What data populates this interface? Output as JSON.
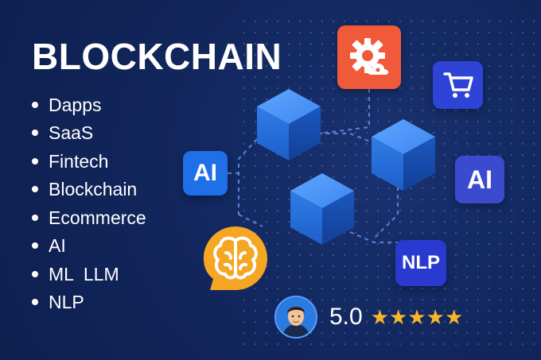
{
  "title": "BLOCKCHAIN",
  "items": [
    "Dapps",
    "SaaS",
    "Fintech",
    "Blockchain",
    "Ecommerce",
    "AI",
    "ML  LLM",
    "NLP"
  ],
  "badges": {
    "ai_left": "AI",
    "ai_right": "AI",
    "nlp": "NLP"
  },
  "rating": {
    "score": "5.0",
    "stars": "★★★★★"
  },
  "colors": {
    "background": "#12275e",
    "cube": "#2a78e6",
    "gear_badge": "#f05a3a",
    "brain_badge": "#f5a623",
    "star": "#f7b62a"
  },
  "icons": [
    "gear-cloud-icon",
    "shopping-cart-icon",
    "brain-icon",
    "avatar-icon",
    "star-icon"
  ]
}
